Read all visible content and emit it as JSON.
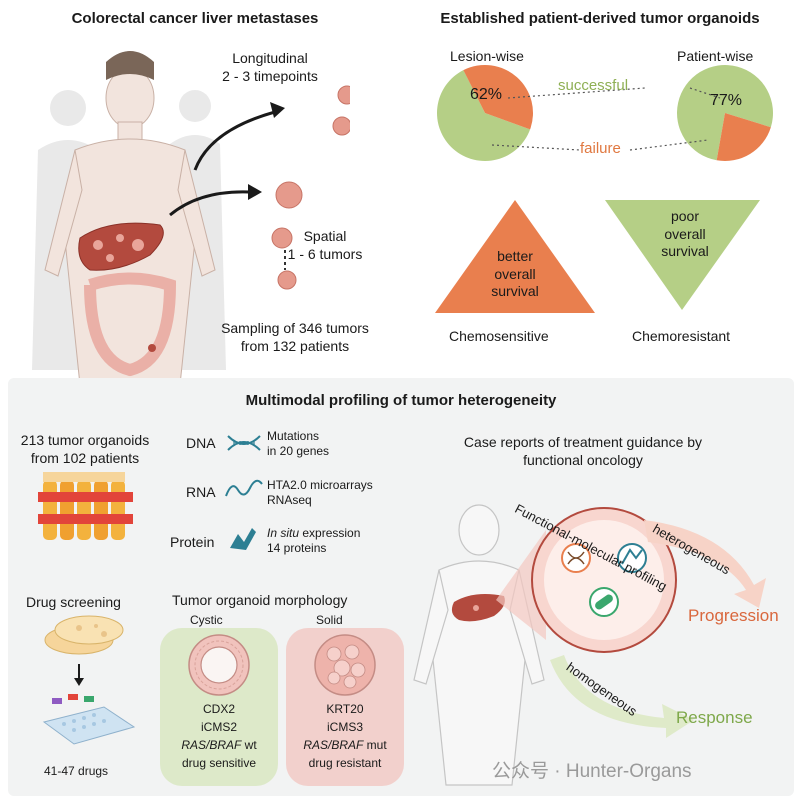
{
  "top_left": {
    "title": "Colorectal cancer liver metastases",
    "longitudinal": [
      "Longitudinal",
      "2 - 3 timepoints"
    ],
    "spatial": [
      "Spatial",
      "1 - 6 tumors"
    ],
    "sampling": [
      "Sampling of 346 tumors",
      "from 132 patients"
    ]
  },
  "top_right": {
    "title": "Established patient-derived tumor organoids",
    "lesion_label": "Lesion-wise",
    "patient_label": "Patient-wise",
    "lesion_success_pct": "62%",
    "patient_success_pct": "77%",
    "lesion_success_fraction": 0.62,
    "patient_success_fraction": 0.77,
    "successful_label": "successful",
    "failure_label": "failure",
    "chemosensitive_triangle": [
      "better",
      "overall",
      "survival"
    ],
    "chemoresistant_triangle": [
      "poor",
      "overall",
      "survival"
    ],
    "chemosensitive_label": "Chemosensitive",
    "chemoresistant_label": "Chemoresistant",
    "colors": {
      "success": "#b5cf86",
      "failure": "#e97f4e",
      "sensitive": "#e97f4e",
      "resistant": "#b5cf86"
    }
  },
  "bottom": {
    "title": "Multimodal profiling of tumor heterogeneity",
    "organoids": [
      "213 tumor organoids",
      "from 102 patients"
    ],
    "dna": {
      "label": "DNA",
      "desc": [
        "Mutations",
        "in 20 genes"
      ]
    },
    "rna": {
      "label": "RNA",
      "desc": [
        "HTA2.0 microarrays",
        "RNAseq"
      ]
    },
    "protein": {
      "label": "Protein",
      "desc_italic": "In situ",
      "desc_rest": " expression",
      "desc2": "14 proteins"
    },
    "drug_screening": "Drug screening",
    "drugs_count": "41-47 drugs",
    "morphology_title": "Tumor organoid morphology",
    "cystic": {
      "label": "Cystic",
      "lines": [
        "CDX2",
        "iCMS2"
      ],
      "gene_italic": "RAS/BRAF",
      "gene_suffix": " wt",
      "effect": "drug sensitive"
    },
    "solid": {
      "label": "Solid",
      "lines": [
        "KRT20",
        "iCMS3"
      ],
      "gene_italic": "RAS/BRAF",
      "gene_suffix": " mut",
      "effect": "drug resistant"
    },
    "case_reports": [
      "Case reports of treatment guidance by",
      "functional oncology"
    ],
    "profiling_label": "Functional-molecular profiling",
    "heterogeneous": "heterogeneous",
    "homogeneous": "homogeneous",
    "progression": "Progression",
    "response": "Response",
    "colors": {
      "progression": "#d9673d",
      "response": "#7ea84a"
    }
  },
  "watermark": "公众号 · Hunter-Organs"
}
